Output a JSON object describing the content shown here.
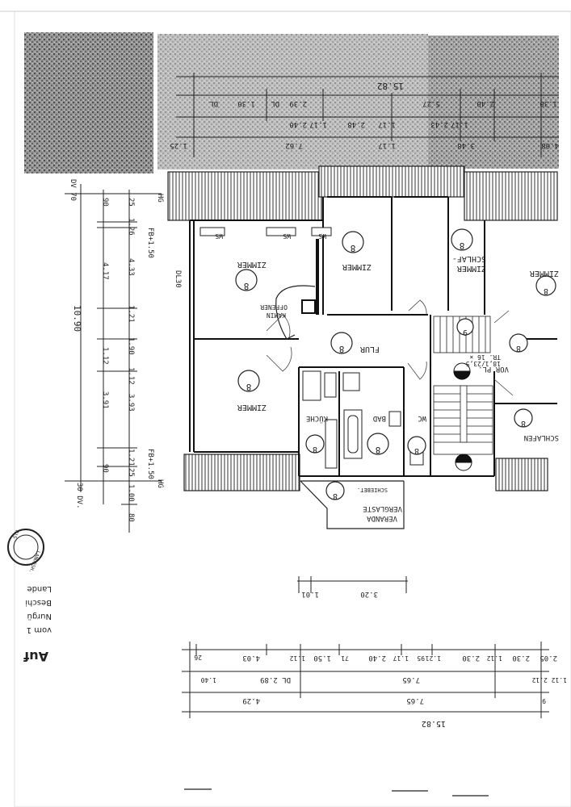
{
  "rooms": {
    "zimmer_upper_left": "ZIMMER",
    "zimmer_mid": "ZIMMER",
    "zimmer_lower_left": "ZIMMER",
    "schlafzimmer_a": "SCHLAF-",
    "schlafzimmer_b": "ZIMMER",
    "zimmer_right": "ZIMMER",
    "flur": "FLUR",
    "kueche": "KÜCHE",
    "bad": "BAD",
    "wc": "WC",
    "schlafen": "SCHLAFEN",
    "veranda_a": "VERGLASTE",
    "veranda_b": "VERANDA",
    "offener_a": "OFFENER",
    "offener_b": "KAMIN",
    "vor_pl": "VOR PL.",
    "schiebet": "SCHIEBET."
  },
  "stair": {
    "line1": "ТR. 16 ×",
    "line2": "18,1/23,5"
  },
  "room_marker": "8",
  "stair_marker": "9",
  "ws": "WS",
  "codes": {
    "fb_top": "FB+1.50",
    "fb_bottom": "FB+1.50",
    "hg_top": "HG",
    "hg_bottom": "HG",
    "dl30": "DL30",
    "dv70": "DV 70",
    "dv30": "30 DV."
  },
  "dims_top": {
    "overall": "15.82",
    "row1": [
      "1.30",
      "2.40",
      "5.27",
      "2.39",
      "DL",
      "1.30",
      "DL"
    ],
    "row2": [
      "1.17",
      "2.43",
      "1.17",
      "2.48",
      "1.17",
      "2.40"
    ],
    "row3": [
      "4.08",
      "3.48",
      "1.17",
      "7.62",
      "1.25"
    ]
  },
  "dims_left": {
    "overall": "10.90",
    "col1": [
      "90",
      "4.17",
      "1.12",
      "3.91",
      "90"
    ],
    "col2": [
      "25",
      "1.26",
      "4.33",
      "1.21",
      "1.90",
      "1.12",
      "3.93",
      "1.21",
      "25",
      "1.00",
      "80"
    ]
  },
  "dims_veranda": [
    "3.20",
    "1.01"
  ],
  "dims_bottom": {
    "row1": [
      "26",
      "4.03",
      "1.12",
      "1.50",
      "71",
      "2.40",
      "1.17",
      "95",
      "1.21",
      "2.30",
      "1.12",
      "2.30",
      "2.05"
    ],
    "row2": [
      "1.40",
      "DL 2.89",
      "7.65",
      "1.12 2.12"
    ],
    "row3": [
      "4.29",
      "7.65",
      "9"
    ],
    "overall": "15.82"
  },
  "left_text": {
    "title": "Auf",
    "line1": "vom 1",
    "line2": "Nurgü",
    "line3": "Beschi",
    "line4": "Lande"
  },
  "stamp": {
    "top": "LANDESH.",
    "bottom": "STU"
  }
}
